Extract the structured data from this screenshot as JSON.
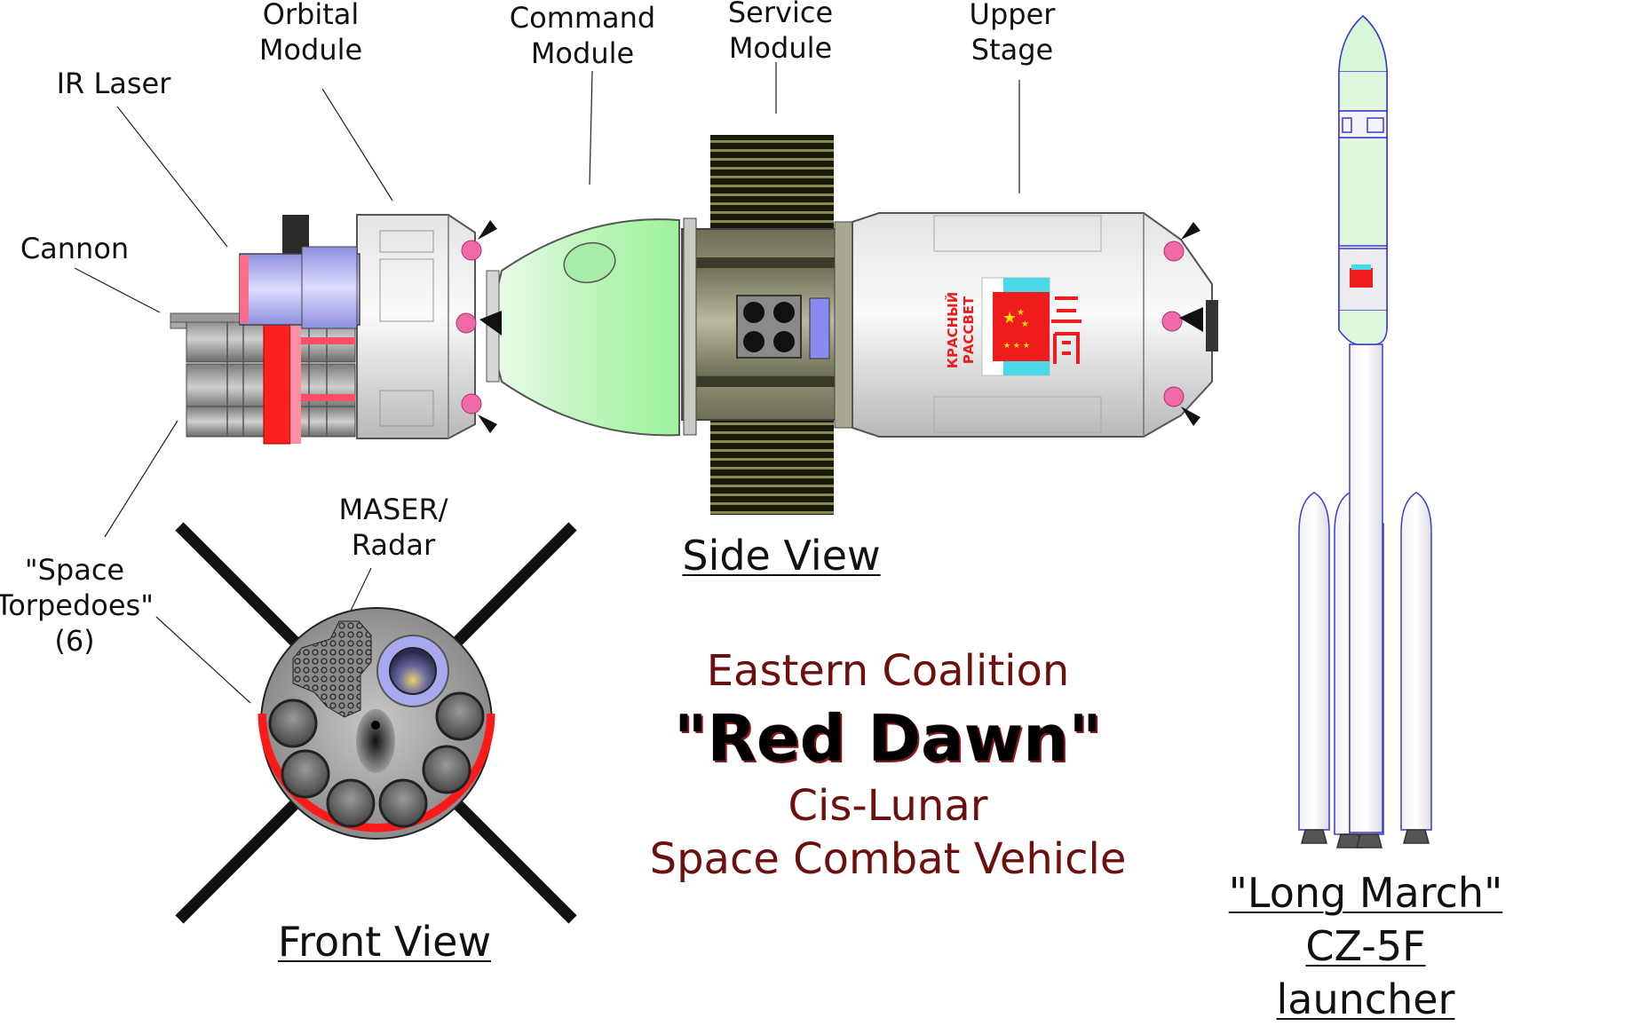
{
  "labels": {
    "orbital_module": [
      "Orbital",
      "Module"
    ],
    "command_module": [
      "Command",
      "Module"
    ],
    "service_module": [
      "Service",
      "Module"
    ],
    "upper_stage": [
      "Upper",
      "Stage"
    ],
    "ir_laser": "IR Laser",
    "cannon": "Cannon",
    "space_torpedoes": [
      "\"Space",
      "Torpedoes\"",
      "(6)"
    ],
    "maser_radar": [
      "MASER/",
      "Radar"
    ]
  },
  "views": {
    "side": "Side View",
    "front": "Front View"
  },
  "title": {
    "line1": "Eastern Coalition",
    "line2": "\"Red Dawn\"",
    "line3": "Cis-Lunar",
    "line4": "Space Combat Vehicle"
  },
  "hull_marking": [
    "КРАСНЫЙ",
    "РАССВЕТ"
  ],
  "launcher": [
    "\"Long March\"",
    "CZ-5F",
    "launcher"
  ],
  "colors": {
    "title_red": "#6b0f0f",
    "command_module_green": "#aaf5b0",
    "service_module_olive": "#8e8e70",
    "laser_lavender": "#b8b8f0",
    "flag_red": "#ee1c1c",
    "rocket_outline": "#3a3ad0"
  }
}
